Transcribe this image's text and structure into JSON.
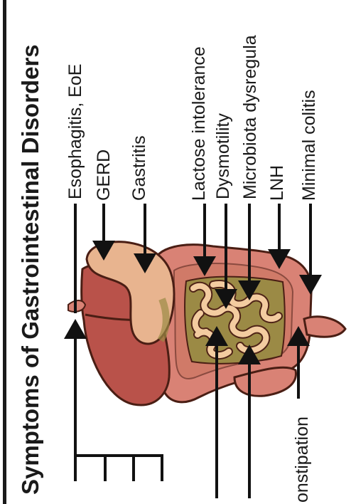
{
  "title": "Symptoms of Gastrointestinal Disorders",
  "labels": {
    "esophagitis": "Esophagitis, EoE",
    "gerd": "GERD",
    "gastritis": "Gastritis",
    "lactose": "Lactose intolerance",
    "dysmotility": "Dysmotility",
    "microbiota": "Microbiota dysregula",
    "lnh": "LNH",
    "colitis": "Minimal colitis",
    "constipation": "onstipation"
  },
  "colors": {
    "liver": "#b9524a",
    "stomach": "#e8b48f",
    "small_intestine": "#f3cca0",
    "large_intestine": "#d98275",
    "outline": "#4a1e14",
    "green_fill": "#9b8a45",
    "arrow": "#111111"
  }
}
